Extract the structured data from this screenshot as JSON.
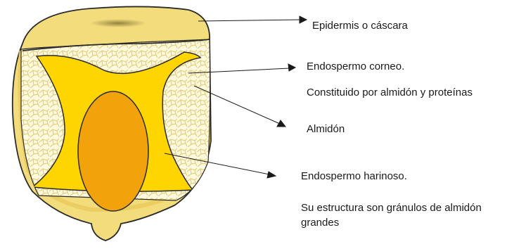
{
  "labels": {
    "epidermis": "Epidermis o cáscara",
    "endospermo_corneo": "Endospermo corneo.",
    "endospermo_corneo_desc": "Constituido por almidón y proteínas",
    "almidon": "Almidón",
    "endospermo_harinoso": "Endospermo harinoso.",
    "endospermo_harinoso_desc": "Su estructura son gránulos de almidón grandes"
  },
  "colors": {
    "hull": "#f2dc7c",
    "hull_edge": "#d4b54a",
    "starch": "#fff9dd",
    "starch_lines": "#e3cf7e",
    "horny_endosperm": "#ffd500",
    "germ": "#f2a20a",
    "outline": "#2b2b2b"
  }
}
